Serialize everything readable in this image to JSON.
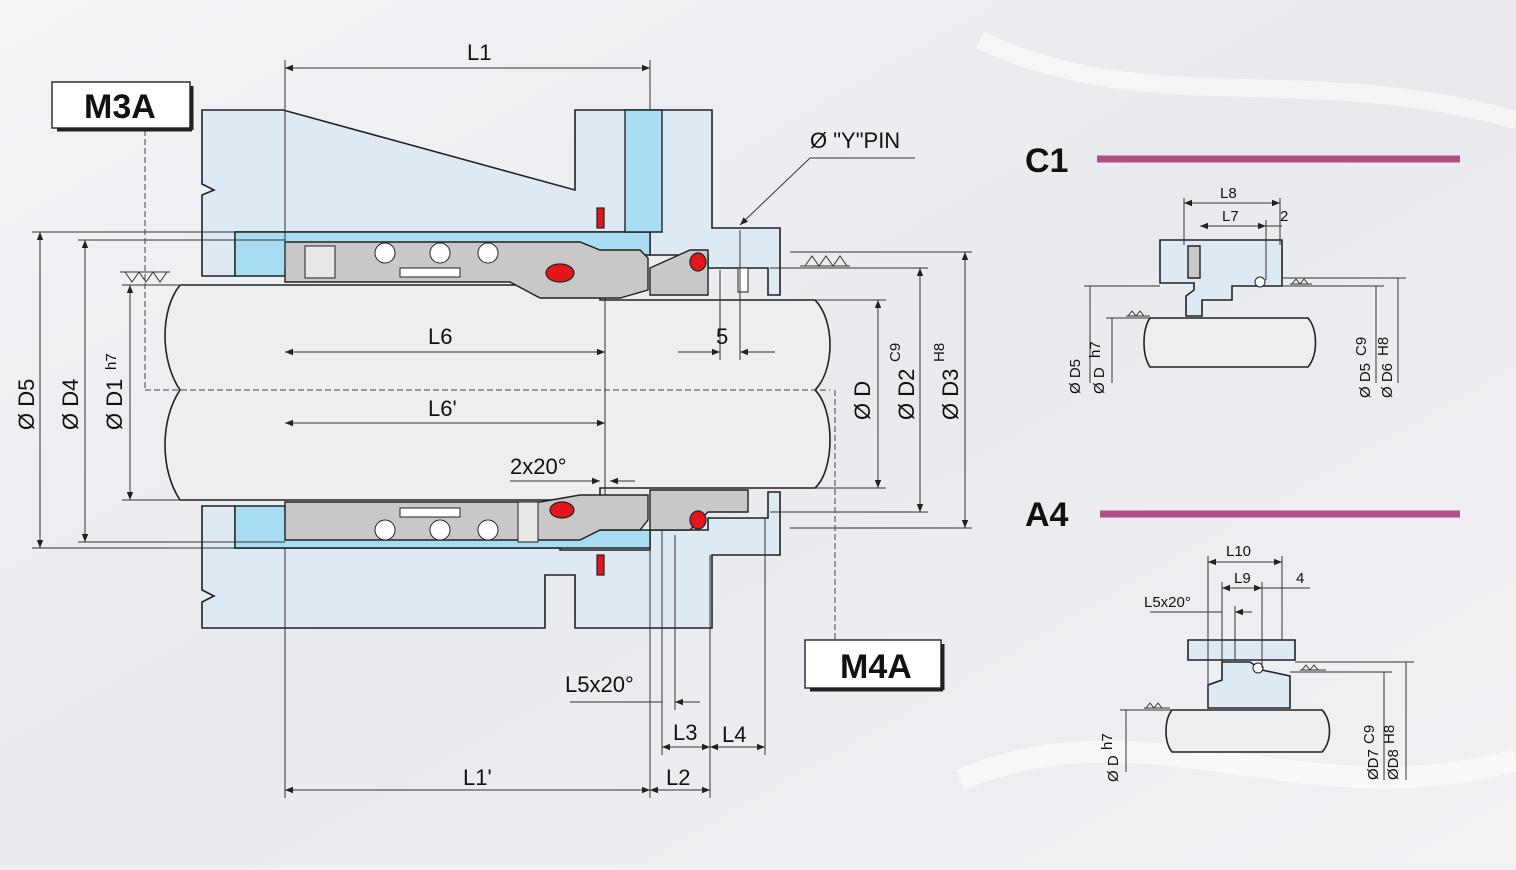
{
  "tags": {
    "m3a": "M3A",
    "m4a": "M4A",
    "c1": "C1",
    "a4": "A4"
  },
  "labels": {
    "l1": "L1",
    "l1p": "L1'",
    "l2": "L2",
    "l3": "L3",
    "l4": "L4",
    "l6": "L6",
    "l6p": "L6'",
    "five": "5",
    "pin": "Ø \"Y\"PIN",
    "chamfer1": "2x20°",
    "chamfer2": "L5x20°",
    "d5": "Ø D5",
    "d4": "Ø D4",
    "d1": "Ø D1",
    "d1_tol": "h7",
    "d": "Ø D",
    "d2": "Ø D2",
    "d2_tol": "C9",
    "d3": "Ø D3",
    "d3_tol": "H8"
  },
  "c1_labels": {
    "l8": "L8",
    "l7": "L7",
    "two": "2",
    "d5": "Ø D5",
    "d": "Ø D",
    "d_tol": "h7",
    "d5b": "Ø D5",
    "d5b_tol": "C9",
    "d6": "Ø D6",
    "d6_tol": "H8"
  },
  "a4_labels": {
    "l10": "L10",
    "l9": "L9",
    "four": "4",
    "l5": "L5x20°",
    "d": "Ø D",
    "d_tol": "h7",
    "d7": "ØD7",
    "d7_tol": "C9",
    "d8": "ØD8",
    "d8_tol": "H8"
  },
  "colors": {
    "accent_line": "#b24d87",
    "seal_red": "#e3161d",
    "housing_blue": "#a7dcf2"
  }
}
